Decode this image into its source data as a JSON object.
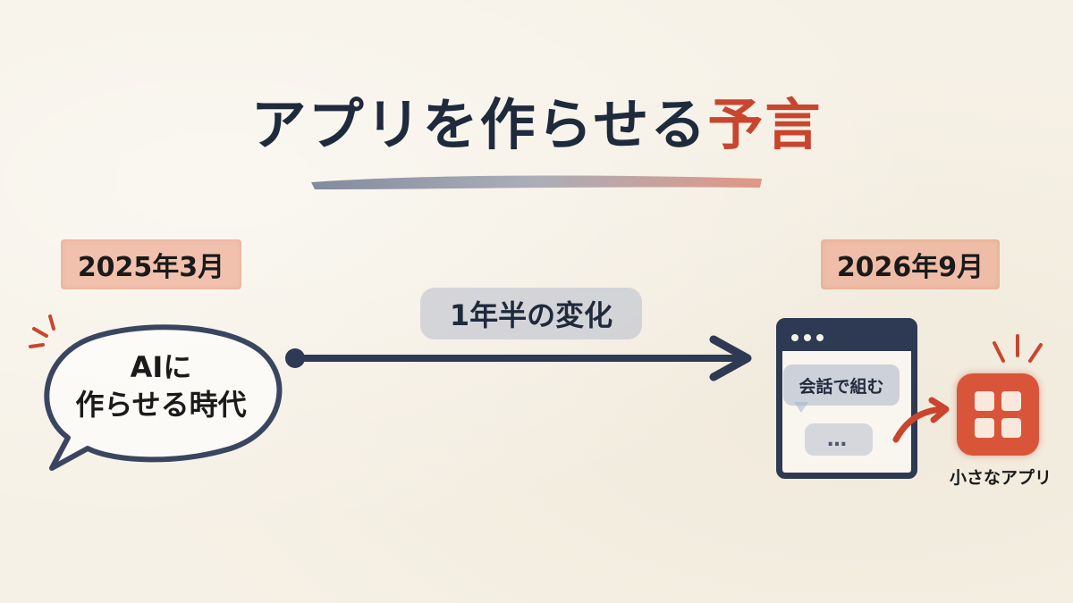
{
  "title": {
    "main": "アプリを作らせる",
    "accent": "予言"
  },
  "timeline": {
    "start": {
      "date": "2025年3月",
      "bubble_line1": "AIに",
      "bubble_line2": "作らせる時代"
    },
    "transition_label": "1年半の変化",
    "end": {
      "date": "2026年9月",
      "chat_message": "会話で組む",
      "typing_indicator": "…",
      "app_label": "小さなアプリ"
    }
  },
  "colors": {
    "ink": "#1f2a3d",
    "accent_red": "#c9452e",
    "paper": "#f6f1e6"
  },
  "icons": {
    "app": "grid-app-icon",
    "arrow": "right-arrow",
    "window": "browser-window-icon"
  }
}
